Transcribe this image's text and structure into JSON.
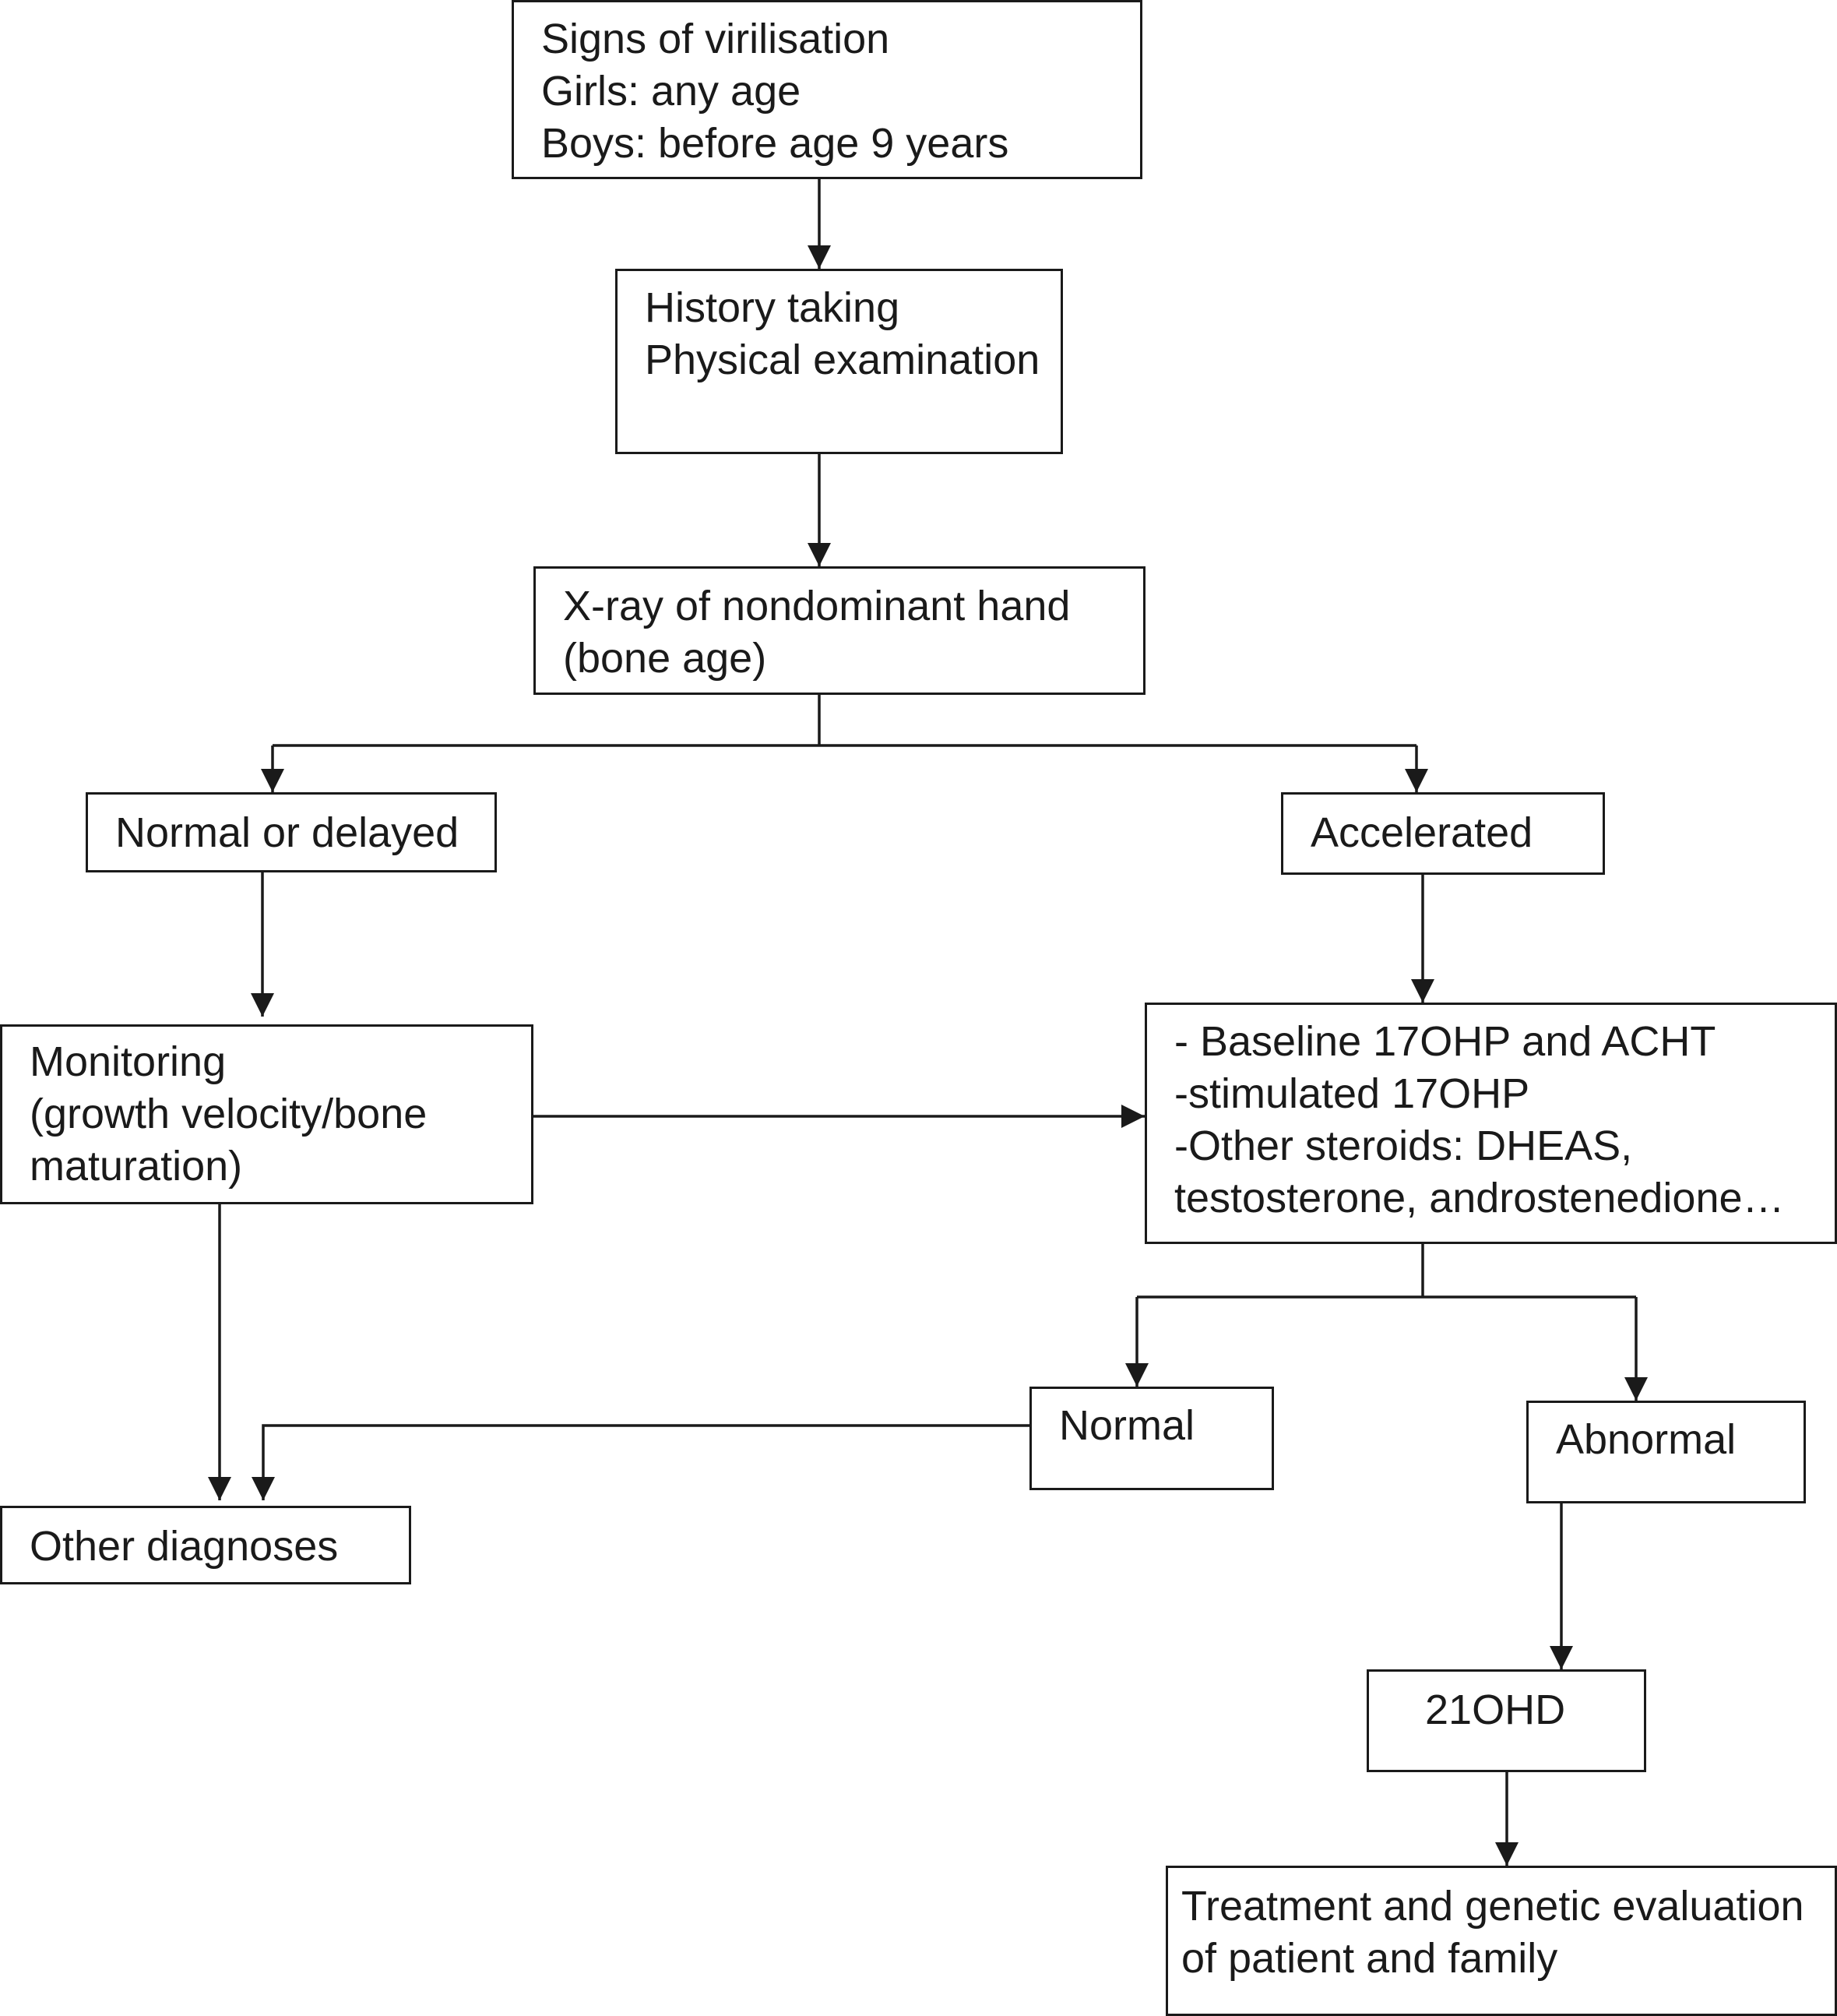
{
  "nodes": {
    "start": {
      "lines": [
        "Signs of virilisation",
        "Girls: any age",
        "Boys: before age 9 years"
      ]
    },
    "history": {
      "lines": [
        "History taking",
        "Physical examination"
      ]
    },
    "xray": {
      "lines": [
        "X-ray of nondominant hand",
        "(bone age)"
      ]
    },
    "normal_delayed": {
      "lines": [
        "Normal or delayed"
      ]
    },
    "accelerated": {
      "lines": [
        "Accelerated"
      ]
    },
    "monitoring": {
      "lines": [
        "Monitoring",
        "(growth velocity/bone",
        "maturation)"
      ]
    },
    "tests": {
      "lines": [
        "- Baseline 17OHP and ACHT",
        "-stimulated 17OHP",
        "-Other steroids: DHEAS,",
        "testosterone, androstenedione…"
      ]
    },
    "normal": {
      "lines": [
        "Normal"
      ]
    },
    "abnormal": {
      "lines": [
        "Abnormal"
      ]
    },
    "other_dx": {
      "lines": [
        "Other diagnoses"
      ]
    },
    "ohd": {
      "lines": [
        "21OHD"
      ]
    },
    "treatment": {
      "lines": [
        "Treatment and genetic evaluation",
        "of patient and family"
      ]
    }
  },
  "edges": [
    {
      "from": "start",
      "to": "history"
    },
    {
      "from": "history",
      "to": "xray"
    },
    {
      "from": "xray",
      "to": "normal_delayed"
    },
    {
      "from": "xray",
      "to": "accelerated"
    },
    {
      "from": "normal_delayed",
      "to": "monitoring"
    },
    {
      "from": "accelerated",
      "to": "tests"
    },
    {
      "from": "monitoring",
      "to": "tests"
    },
    {
      "from": "monitoring",
      "to": "other_dx"
    },
    {
      "from": "tests",
      "to": "normal"
    },
    {
      "from": "tests",
      "to": "abnormal"
    },
    {
      "from": "normal",
      "to": "other_dx"
    },
    {
      "from": "abnormal",
      "to": "ohd"
    },
    {
      "from": "ohd",
      "to": "treatment"
    }
  ]
}
